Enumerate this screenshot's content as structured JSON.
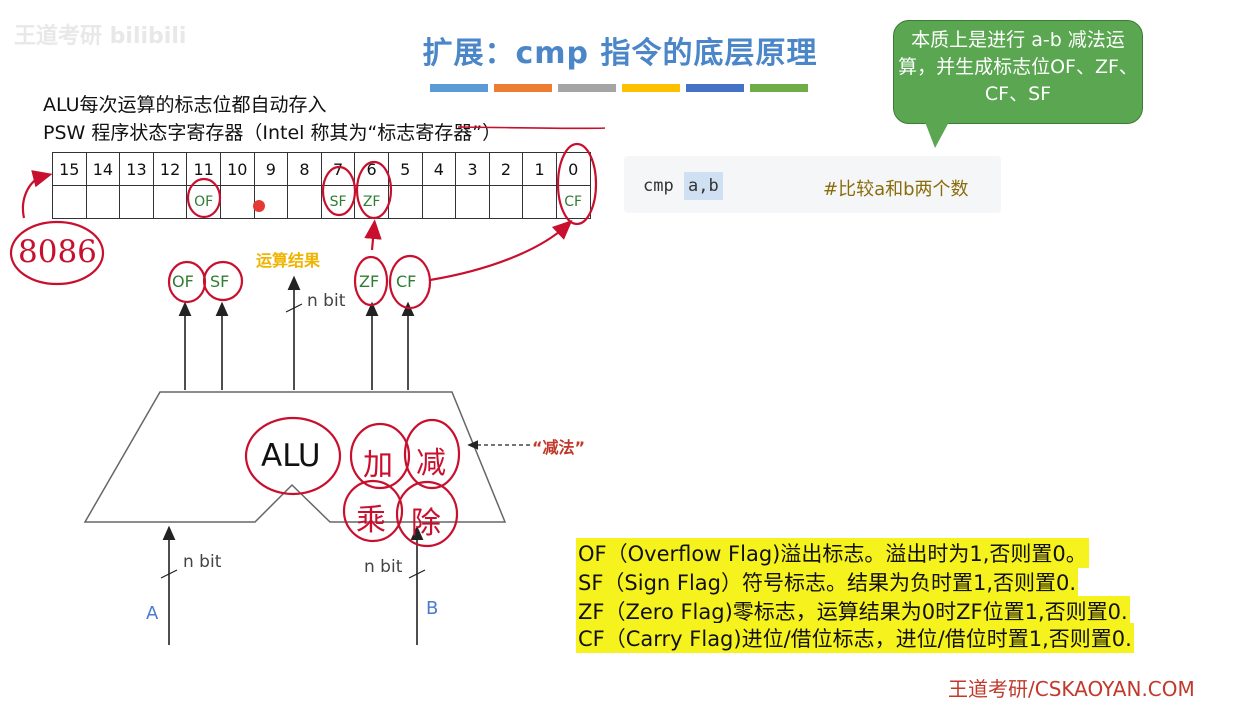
{
  "watermark": "王道考研  bilibili",
  "title": "扩展：cmp 指令的底层原理",
  "bubble_text": "本质上是进行 a-b 减法运算，并生成标志位OF、ZF、CF、SF",
  "intro": {
    "line1": "ALU每次运算的标志位都自动存入",
    "line2": "PSW 程序状态字寄存器（Intel 称其为“标志寄存器”）"
  },
  "register": {
    "bits": [
      "15",
      "14",
      "13",
      "12",
      "11",
      "10",
      "9",
      "8",
      "7",
      "6",
      "5",
      "4",
      "3",
      "2",
      "1",
      "0"
    ],
    "flags": [
      "",
      "",
      "",
      "",
      "OF",
      "",
      "",
      "",
      "SF",
      "ZF",
      "",
      "",
      "",
      "",
      "",
      "CF"
    ]
  },
  "code": {
    "cmd": "cmp",
    "args": "a,b",
    "comment": "#比较a和b两个数"
  },
  "diagram": {
    "result_label": "运算结果",
    "nbit_top": "n bit",
    "nbit_a": "n bit",
    "nbit_b": "n bit",
    "input_a": "A",
    "input_b": "B",
    "alu": "ALU",
    "subtract_note": "“减法”",
    "out_flags": [
      "OF",
      "SF",
      "ZF",
      "CF"
    ],
    "handwritten_8086": "8086",
    "handwritten_ops": [
      "加",
      "减",
      "乘",
      "除"
    ]
  },
  "legend": [
    "OF（Overflow Flag)溢出标志。溢出时为1,否则置0。",
    "SF（Sign Flag）符号标志。结果为负时置1,否则置0.",
    "ZF（Zero Flag)零标志，运算结果为0时ZF位置1,否则置0.",
    "CF（Carry Flag)进位/借位标志，进位/借位时置1,否则置0."
  ],
  "footer": "王道考研/CSKAOYAN.COM",
  "colors": {
    "title": "#4a86c8",
    "bubble": "#5aa651",
    "highlight": "#f6f21d",
    "annotation": "#c8102e",
    "flag_text": "#2e7d32"
  },
  "color_bars": [
    "#5b9bd5",
    "#ed7d31",
    "#a5a5a5",
    "#ffc000",
    "#4472c4",
    "#70ad47"
  ]
}
